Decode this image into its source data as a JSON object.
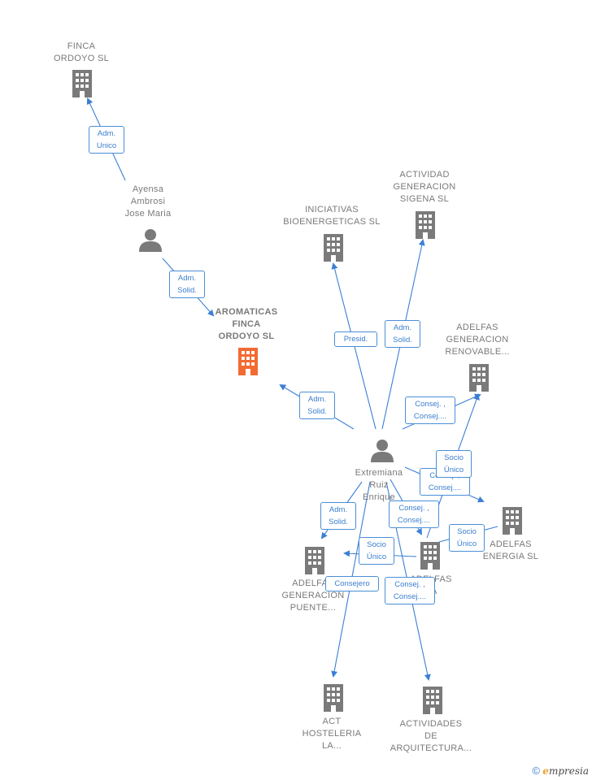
{
  "colors": {
    "edge": "#3b7fd6",
    "node_gray": "#7a7a7a",
    "main_company": "#f26a32"
  },
  "nodes": {
    "finca_ordoyo": {
      "label": "FINCA\nORDOYO  SL",
      "icon": "building-icon"
    },
    "ayensa": {
      "label": "Ayensa\nAmbrosi\nJose Maria",
      "icon": "person-icon"
    },
    "aromaticas": {
      "label": "AROMATICAS\nFINCA\nORDOYO  SL",
      "icon": "building-icon"
    },
    "iniciativas": {
      "label": "INICIATIVAS\nBIOENERGETICAS SL",
      "icon": "building-icon"
    },
    "actividad_sigena": {
      "label": "ACTIVIDAD\nGENERACION\nSIGENA  SL",
      "icon": "building-icon"
    },
    "adelfas_renovable": {
      "label": "ADELFAS\nGENERACION\nRENOVABLE...",
      "icon": "building-icon"
    },
    "extremiana": {
      "label": "Extremiana\nRuiz\nEnrique",
      "icon": "person-icon"
    },
    "adelfas_energia": {
      "label": "ADELFAS\nENERGIA SL",
      "icon": "building-icon"
    },
    "adelfas_puente": {
      "label": "ADELFAS\nGENERACION\nPUENTE...",
      "icon": "building-icon"
    },
    "adelfas_sa": {
      "label": "ADELFAS\nSA",
      "icon": "building-icon"
    },
    "act_hosteleria": {
      "label": "ACT\nHOSTELERIA\nLA...",
      "icon": "building-icon"
    },
    "actividades_arq": {
      "label": "ACTIVIDADES\nDE\nARQUITECTURA...",
      "icon": "building-icon"
    }
  },
  "edge_labels": {
    "ayensa_finca": "Adm.\nUnico",
    "ayensa_aromaticas": "Adm.\nSolid.",
    "ext_iniciativas": "Presid.",
    "ext_sigena": "Adm.\nSolid.",
    "ext_aromaticas": "Adm.\nSolid.",
    "ext_renovable": "Consej. ,\nConsej....",
    "socio_unico_1": "Socio\nÚnico",
    "ext_energia_consej": "Consej. ,\nConsej....",
    "ext_adelfas_sa_consej": "Consej. ,\nConsej....",
    "socio_unico_2": "Socio\nÚnico",
    "ext_puente": "Adm.\nSolid.",
    "socio_unico_3": "Socio\nÚnico",
    "ext_hosteleria": "Consejero",
    "ext_arquitectura": "Consej. ,\nConsej...."
  },
  "footer": {
    "copyright": "©",
    "brand_e": "e",
    "brand_rest": "mpresia"
  }
}
